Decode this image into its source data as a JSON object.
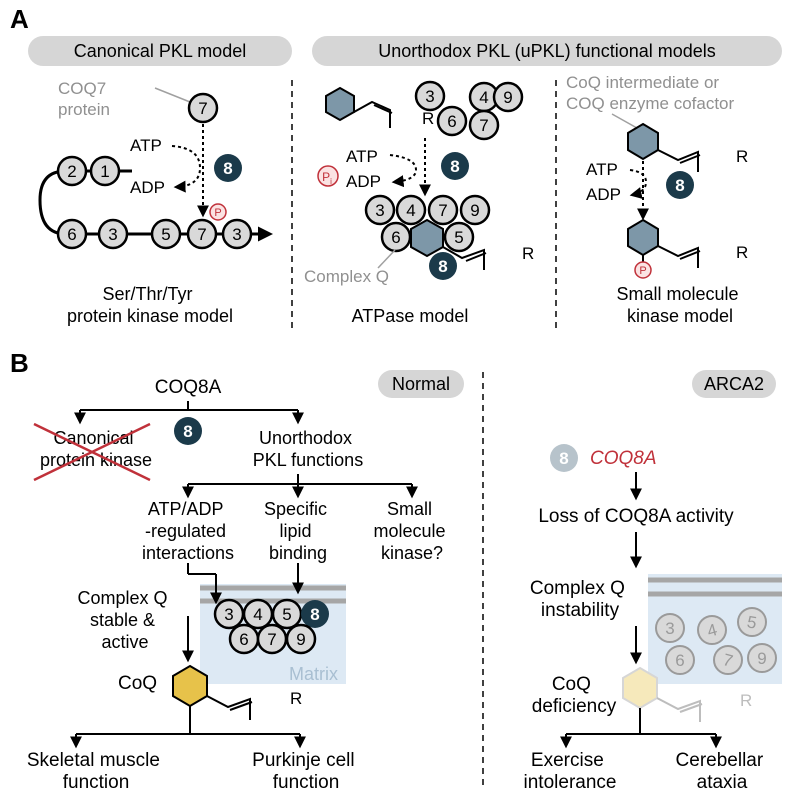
{
  "panel_a": {
    "letter": "A",
    "headers": {
      "canonical": "Canonical PKL model",
      "unorthodox": "Unorthodox PKL (uPKL) functional models"
    },
    "canonical": {
      "coq7_label": [
        "COQ7",
        "protein"
      ],
      "atp": "ATP",
      "adp": "ADP",
      "phospho": "P",
      "upper_chain": [
        "2",
        "1"
      ],
      "lower_chain": [
        "6",
        "3",
        "5",
        "7",
        "3"
      ],
      "coq7_node": "7",
      "coq8_node": "8",
      "caption": [
        "Ser/Thr/Tyr",
        "protein kinase model"
      ]
    },
    "atpase": {
      "free_nodes": [
        "3",
        "4",
        "9",
        "6",
        "7"
      ],
      "r": "R",
      "atp": "ATP",
      "adp": "ADP",
      "pi_main": "P",
      "pi_sub": "i",
      "complex_top": [
        "3",
        "4",
        "7",
        "9"
      ],
      "complex_bottom": [
        "6",
        "5"
      ],
      "coq8_node": "8",
      "complex_label": "Complex Q",
      "caption": "ATPase model"
    },
    "small_molecule": {
      "label": [
        "CoQ intermediate or",
        "COQ enzyme cofactor"
      ],
      "atp": "ATP",
      "adp": "ADP",
      "r": "R",
      "phospho": "P",
      "coq8_node": "8",
      "caption": [
        "Small molecule",
        "kinase model"
      ]
    }
  },
  "panel_b": {
    "letter": "B",
    "normal": {
      "badge": "Normal",
      "gene": "COQ8A",
      "coq8_node": "8",
      "canonical": [
        "Canonical",
        "protein kinase"
      ],
      "unorthodox": [
        "Unorthodox",
        "PKL functions"
      ],
      "branch1": [
        "ATP/ADP",
        "-regulated",
        "interactions"
      ],
      "branch2": [
        "Specific",
        "lipid",
        "binding"
      ],
      "branch3": [
        "Small",
        "molecule",
        "kinase?"
      ],
      "complex_label": [
        "Complex Q",
        "stable &",
        "active"
      ],
      "complex_top": [
        "3",
        "4",
        "5",
        "8"
      ],
      "complex_bottom": [
        "6",
        "7",
        "9"
      ],
      "matrix": "Matrix",
      "coq": "CoQ",
      "r": "R",
      "out1": [
        "Skeletal muscle",
        "function"
      ],
      "out2": [
        "Purkinje cell",
        "function"
      ]
    },
    "arca2": {
      "badge": "ARCA2",
      "coq8_node": "8",
      "gene": "COQ8A",
      "loss": "Loss of COQ8A activity",
      "instability": [
        "Complex Q",
        "instability"
      ],
      "scattered": [
        "3",
        "4",
        "5",
        "6",
        "7",
        "9"
      ],
      "deficiency": [
        "CoQ",
        "deficiency"
      ],
      "r": "R",
      "out1": [
        "Exercise",
        "intolerance"
      ],
      "out2": [
        "Cerebellar",
        "ataxia"
      ]
    }
  },
  "colors": {
    "node_fill": "#d9d9d9",
    "coq8_fill": "#1b3a4a",
    "header_fill": "#d6d6d6",
    "hexagon_fill": "#7d97a8",
    "coq_hexagon_fill": "#e7c24a",
    "faded_hexagon_fill": "#f6e9bb",
    "matrix_fill": "#dde9f4",
    "cross_red": "#c0313a",
    "gene_red": "#c0313a",
    "gray_text": "#909090"
  }
}
